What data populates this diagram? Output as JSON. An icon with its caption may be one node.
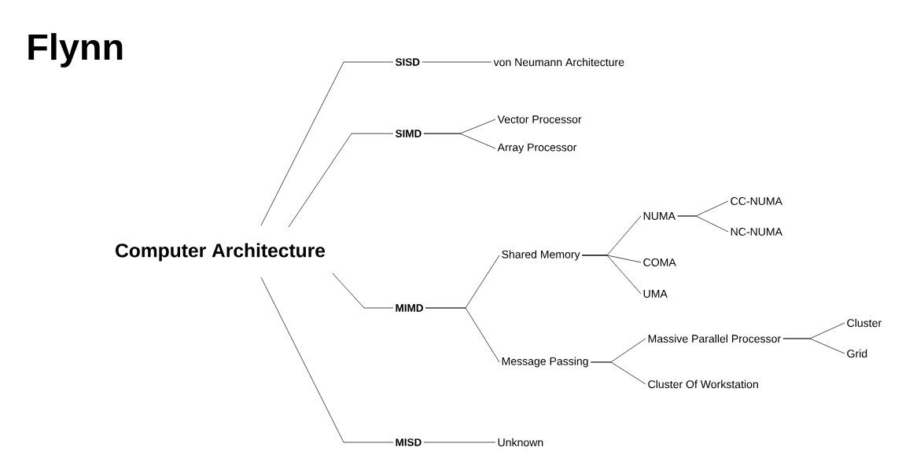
{
  "diagram": {
    "title": "Flynn",
    "nodes": [
      {
        "text": [
          "Computer Architecture"
        ]
      },
      {
        "text": [
          "SISD"
        ]
      },
      {
        "text": [
          "von Neumann Architecture"
        ]
      },
      {
        "text": [
          "SIMD"
        ]
      },
      {
        "text": [
          "Vector Processor"
        ]
      },
      {
        "text": [
          "Array Processor"
        ]
      },
      {
        "text": [
          "MIMD"
        ]
      },
      {
        "text": [
          "Shared Memory"
        ]
      },
      {
        "text": [
          "NUMA"
        ]
      },
      {
        "text": [
          "CC-NUMA"
        ]
      },
      {
        "text": [
          "NC-NUMA"
        ]
      },
      {
        "text": [
          "COMA"
        ]
      },
      {
        "text": [
          "UMA"
        ]
      },
      {
        "text": [
          "Message Passing"
        ]
      },
      {
        "text": [
          "Massive Parallel Processor"
        ]
      },
      {
        "text": [
          "Cluster"
        ]
      },
      {
        "text": [
          "Grid"
        ]
      },
      {
        "text": [
          "Cluster Of Workstation"
        ]
      },
      {
        "text": [
          "MISD"
        ]
      },
      {
        "text": [
          "Unknown"
        ]
      }
    ],
    "edges": [
      {
        "from": 0,
        "to": 1,
        "arrow": "none"
      },
      {
        "from": 1,
        "to": 2,
        "arrow": "none"
      },
      {
        "from": 0,
        "to": 3,
        "arrow": "none"
      },
      {
        "from": 3,
        "to": 4,
        "arrow": "none"
      },
      {
        "from": 3,
        "to": 5,
        "arrow": "none"
      },
      {
        "from": 0,
        "to": 6,
        "arrow": "none"
      },
      {
        "from": 6,
        "to": 7,
        "arrow": "none"
      },
      {
        "from": 7,
        "to": 8,
        "arrow": "none"
      },
      {
        "from": 8,
        "to": 9,
        "arrow": "none"
      },
      {
        "from": 8,
        "to": 10,
        "arrow": "none"
      },
      {
        "from": 7,
        "to": 11,
        "arrow": "none"
      },
      {
        "from": 7,
        "to": 12,
        "arrow": "none"
      },
      {
        "from": 6,
        "to": 13,
        "arrow": "none"
      },
      {
        "from": 13,
        "to": 14,
        "arrow": "none"
      },
      {
        "from": 14,
        "to": 15,
        "arrow": "none"
      },
      {
        "from": 14,
        "to": 16,
        "arrow": "none"
      },
      {
        "from": 13,
        "to": 17,
        "arrow": "none"
      },
      {
        "from": 0,
        "to": 18,
        "arrow": "none"
      },
      {
        "from": 18,
        "to": 19,
        "arrow": "none"
      }
    ]
  }
}
